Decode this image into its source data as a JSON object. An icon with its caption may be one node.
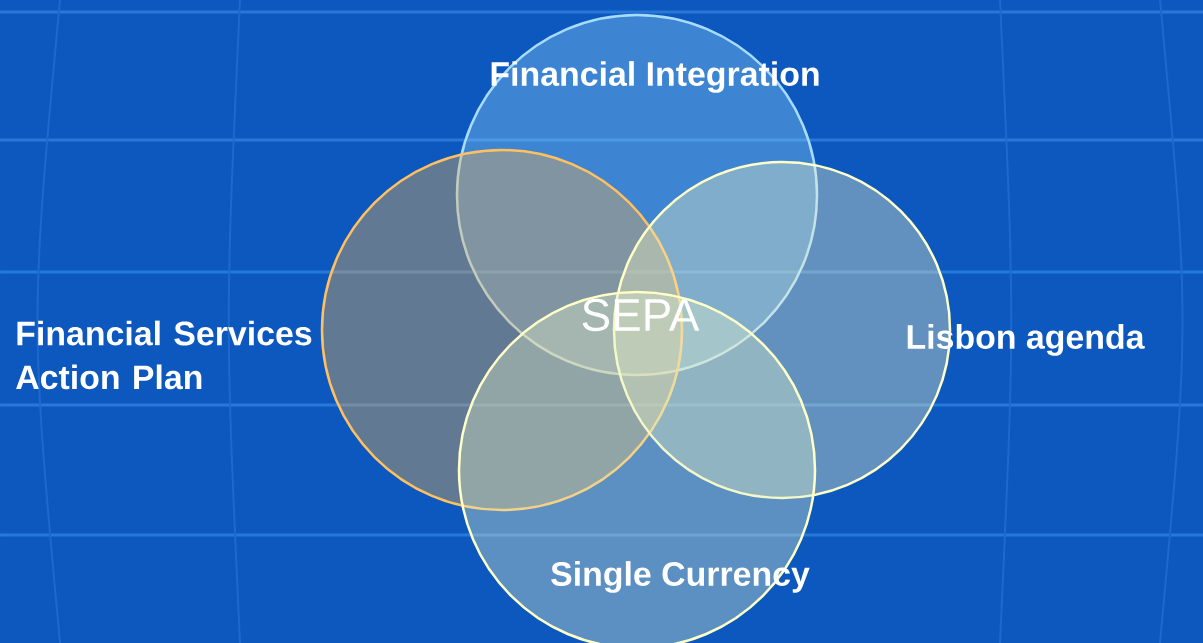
{
  "diagram": {
    "nodes": [
      {
        "text": [
          "Financial Integration"
        ]
      },
      {
        "text": [
          "Financial Services Action Plan"
        ]
      },
      {
        "text": [
          "Lisbon agenda"
        ]
      },
      {
        "text": [
          "Single Currency"
        ]
      }
    ],
    "labels": [
      "SEPA"
    ]
  }
}
